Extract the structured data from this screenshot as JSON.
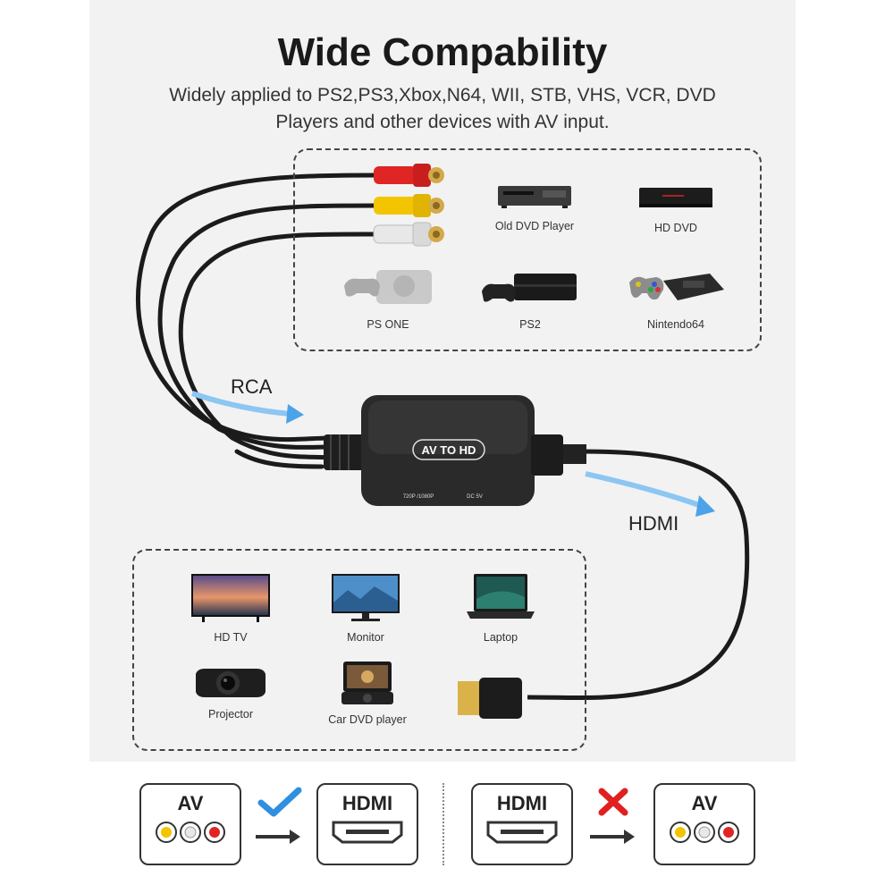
{
  "title": "Wide Compability",
  "subtitle_line1": "Widely applied to PS2,PS3,Xbox,N64, WII, STB, VHS, VCR, DVD",
  "subtitle_line2": "Players and other devices with AV input.",
  "input_devices": [
    {
      "label": "Old DVD Player",
      "icon": "dvd-player-icon"
    },
    {
      "label": "HD DVD",
      "icon": "hd-dvd-icon"
    },
    {
      "label": "PS ONE",
      "icon": "ps-one-icon"
    },
    {
      "label": "PS2",
      "icon": "ps2-icon"
    },
    {
      "label": "Nintendo64",
      "icon": "nintendo64-icon"
    }
  ],
  "output_devices": [
    {
      "label": "HD TV",
      "icon": "tv-icon"
    },
    {
      "label": "Monitor",
      "icon": "monitor-icon"
    },
    {
      "label": "Laptop",
      "icon": "laptop-icon"
    },
    {
      "label": "Projector",
      "icon": "projector-icon"
    },
    {
      "label": "Car DVD player",
      "icon": "car-dvd-icon"
    }
  ],
  "labels": {
    "rca": "RCA",
    "hdmi": "HDMI"
  },
  "converter": {
    "badge": "AV TO HD",
    "res": "720P /1080P",
    "power": "DC 5V"
  },
  "bottom": {
    "supported": {
      "from": "AV",
      "to": "HDMI",
      "status": "check"
    },
    "unsupported": {
      "from": "HDMI",
      "to": "AV",
      "status": "cross"
    }
  },
  "colors": {
    "panel": "#f2f2f2",
    "arrow_blue": "#4da3e8",
    "check": "#2f8fe0",
    "cross": "#e02020",
    "rca_red": "#e02525",
    "rca_yellow": "#f2c500",
    "rca_white": "#e8e8e8"
  }
}
